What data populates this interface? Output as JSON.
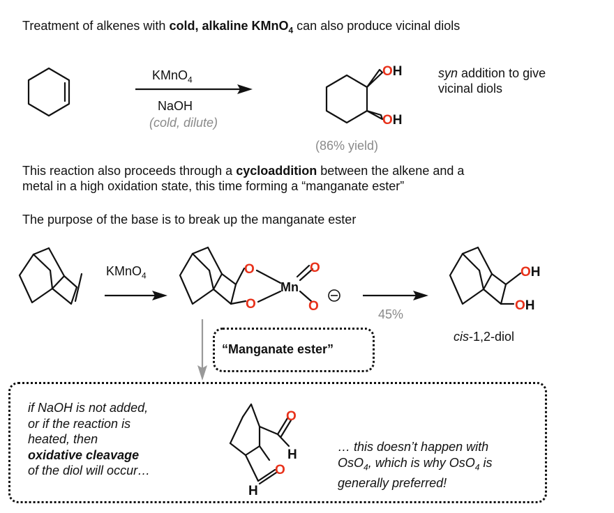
{
  "intro": {
    "part1": "Treatment of alkenes with ",
    "bold": "cold, alkaline KMnO",
    "sub": "4",
    "part2": " can also produce vicinal diols"
  },
  "reaction1": {
    "reagent_top": "KMnO",
    "reagent_top_sub": "4",
    "reagent_bottom": "NaOH",
    "conditions": "(cold, dilute)",
    "yield": "(86% yield)",
    "note_italic": "syn",
    "note_rest": " addition to give",
    "note_line2": "vicinal diols"
  },
  "atoms": {
    "O": "O",
    "H": "H",
    "OH": "OH",
    "Mn": "Mn"
  },
  "para1": {
    "part1": "This reaction also proceeds through a ",
    "bold": "cycloaddition",
    "part2": " between the alkene and a",
    "line2": "metal in a high oxidation state, this time forming a “manganate ester”"
  },
  "para2": "The purpose of the base is to break up the manganate ester",
  "reaction2": {
    "reagent": "KMnO",
    "reagent_sub": "4",
    "yield": "45%",
    "product_italic": "cis",
    "product_rest": "-1,2-diol",
    "ester_label": "“Manganate ester”"
  },
  "cleavage": {
    "left_line1": "if NaOH is not added,",
    "left_line2": "or if the reaction is",
    "left_line3": "heated, then",
    "left_bold": "oxidative cleavage",
    "left_line5": "of the diol will occur…",
    "right_line1": "… this doesn’t happen with",
    "right_line2a": "OsO",
    "right_line2_sub": "4",
    "right_line2b": ", which is why OsO",
    "right_line2_sub2": "4",
    "right_line2c": " is",
    "right_line3": "generally preferred!"
  }
}
